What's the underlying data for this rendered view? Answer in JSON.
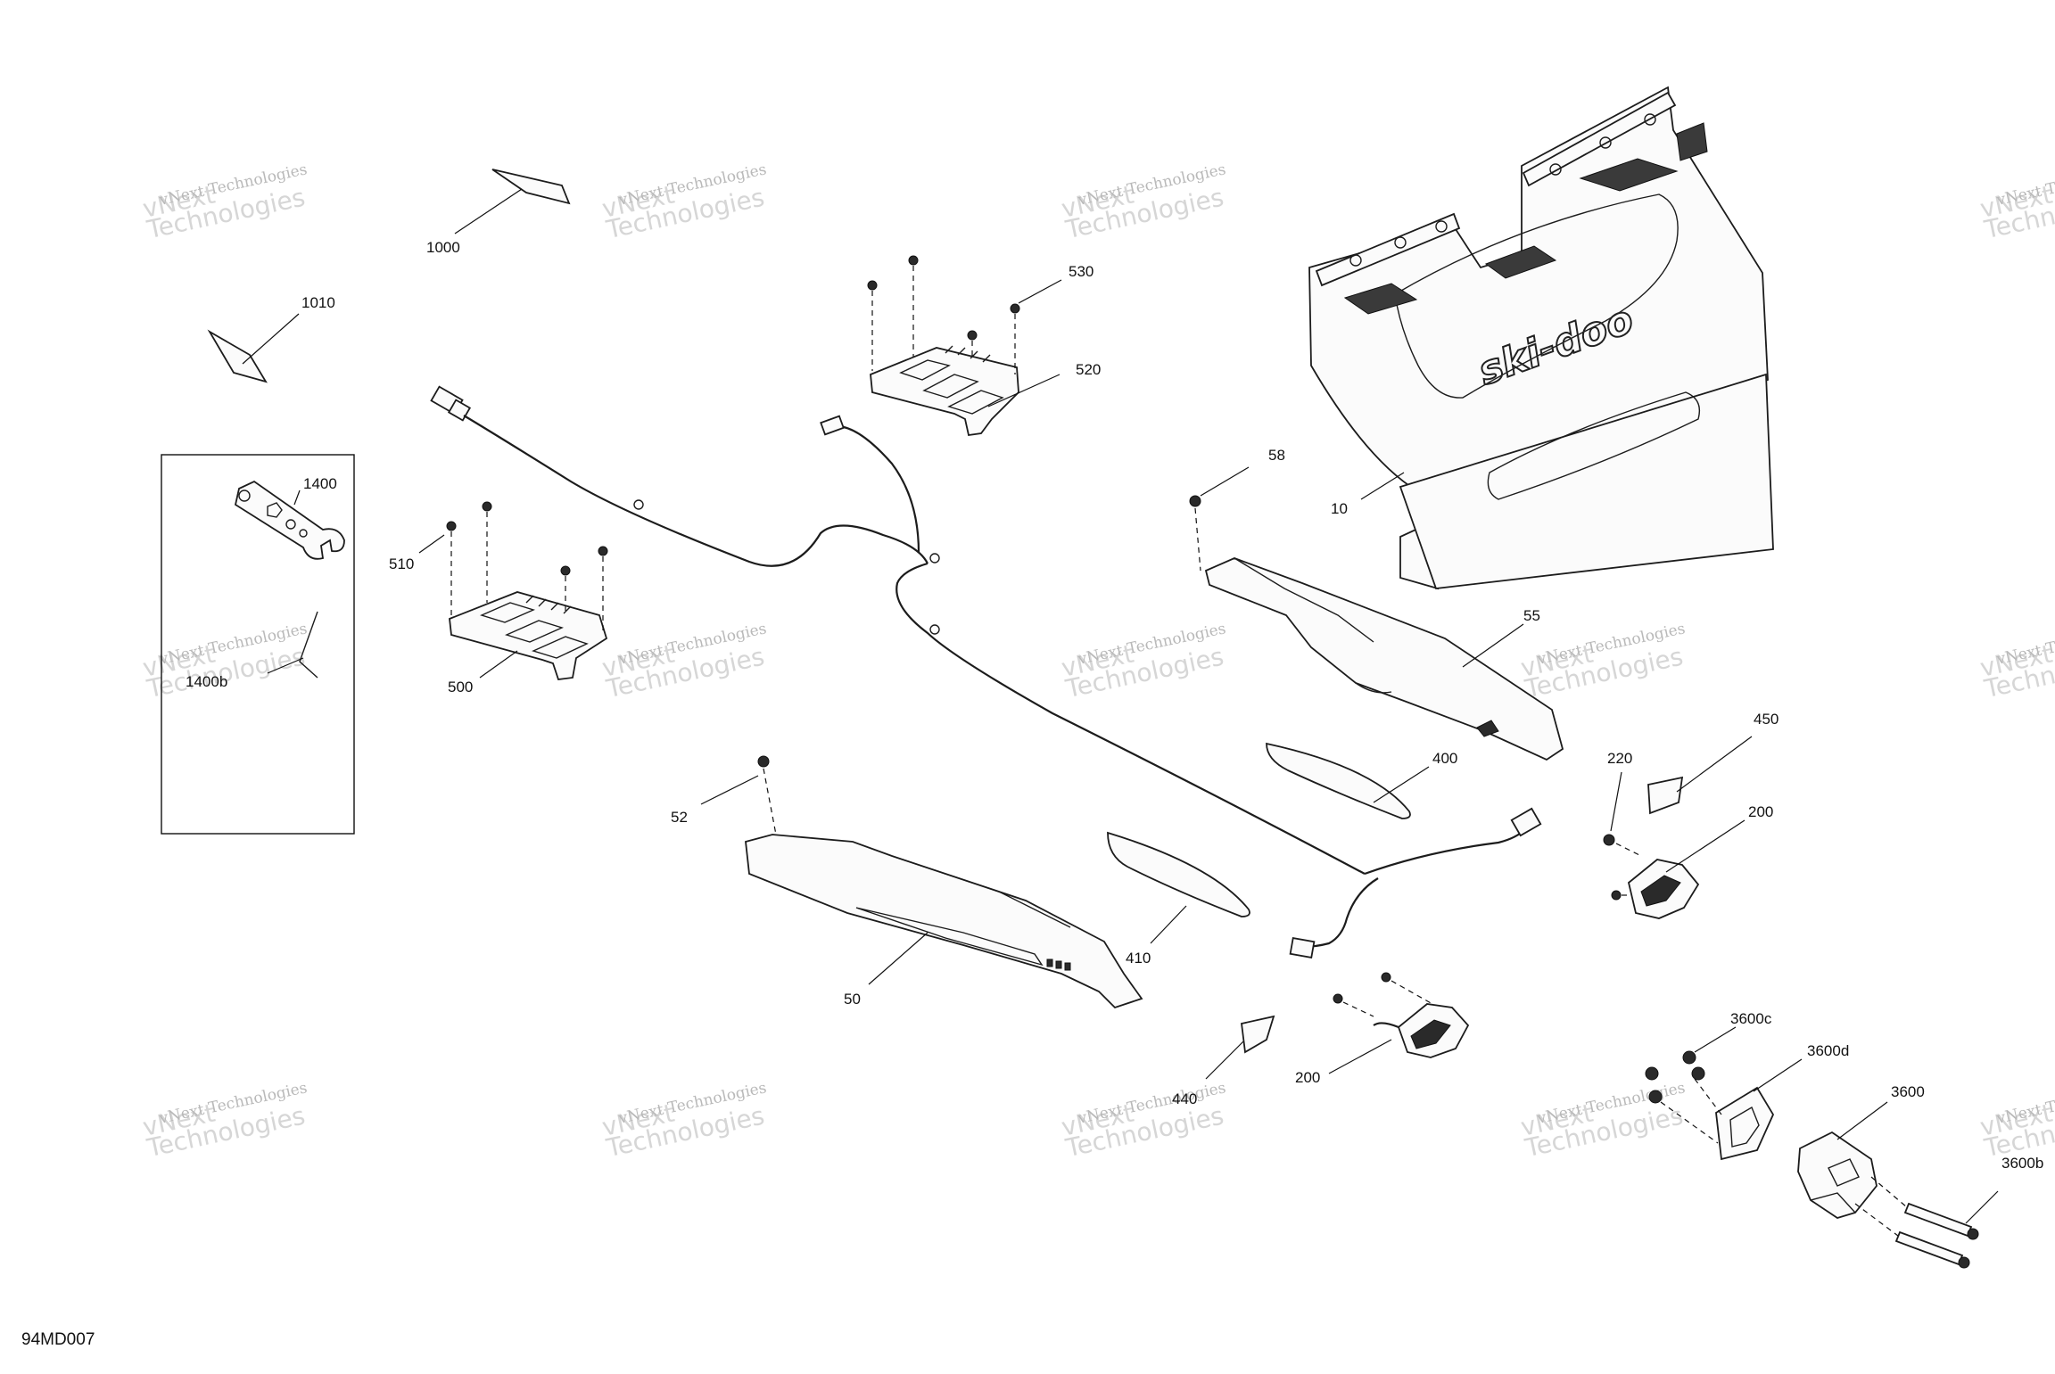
{
  "drawing_id": "94MD007",
  "watermark": {
    "line1": "vNext Technologies",
    "line2": "Technologies",
    "overlay": "vNext"
  },
  "brand_logo": "ski-doo",
  "callouts": {
    "c1000": "1000",
    "c1010": "1010",
    "c1400": "1400",
    "c1400b": "1400b",
    "c530": "530",
    "c520": "520",
    "c510": "510",
    "c500": "500",
    "c58": "58",
    "c10": "10",
    "c55": "55",
    "c52": "52",
    "c50": "50",
    "c400": "400",
    "c410": "410",
    "c440": "440",
    "c450": "450",
    "c220": "220",
    "c200a": "200",
    "c200b": "200",
    "c3600c": "3600c",
    "c3600d": "3600d",
    "c3600": "3600",
    "c3600b": "3600b"
  }
}
